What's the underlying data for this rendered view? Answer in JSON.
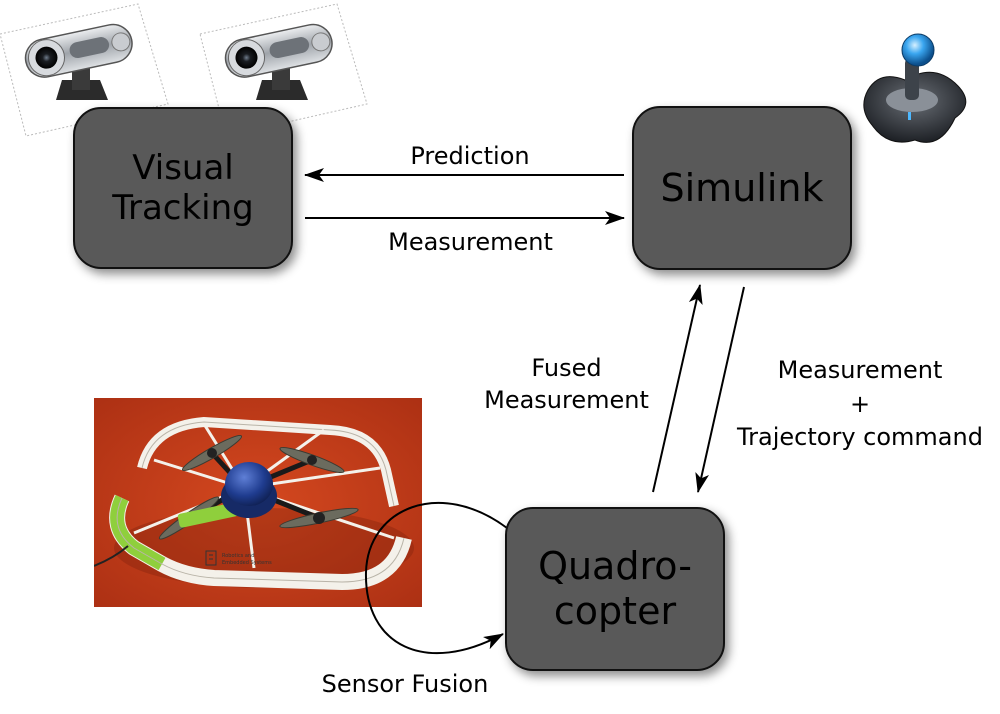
{
  "nodes": {
    "visual_tracking": "Visual\nTracking",
    "simulink": "Simulink",
    "quadrocopter": "Quadro-\ncopter"
  },
  "edges": {
    "prediction": "Prediction",
    "measurement": "Measurement",
    "fused_measurement": "Fused\nMeasurement",
    "measurement_trajectory": "Measurement\n+\nTrajectory command",
    "sensor_fusion": "Sensor Fusion"
  },
  "photo": {
    "label_text": "Robotics and\nEmbedded Systems"
  },
  "colors": {
    "node_fill": "#595959",
    "node_border": "#111111",
    "arrow": "#000000",
    "photo_background": "#c23a1a",
    "frame_white": "#f4f1ea",
    "drone_body": "#1f3c8f",
    "camera_silver": "#b9bdc3",
    "joystick_knob": "#3aa6f0"
  },
  "icons": [
    "webcam-icon",
    "webcam-icon",
    "joystick-icon",
    "quadrocopter-photo"
  ]
}
